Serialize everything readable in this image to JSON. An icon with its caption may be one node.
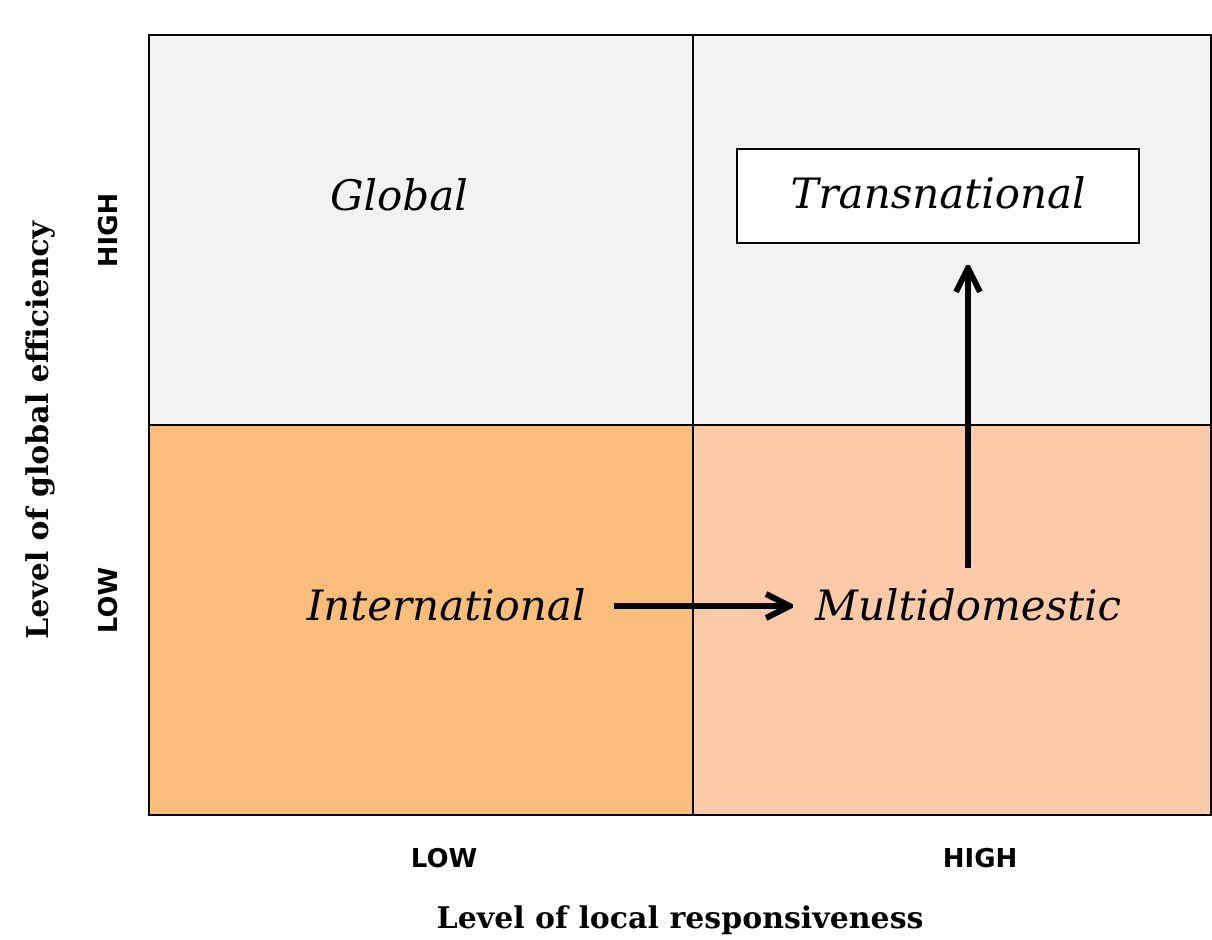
{
  "diagram": {
    "nodes": [
      {
        "text": [
          "Global"
        ]
      },
      {
        "text": [],
        "shape": "box"
      },
      {
        "text": [
          "Transnational"
        ],
        "in": 1
      },
      {
        "text": [],
        "shape": "box"
      },
      {
        "text": [
          "International"
        ],
        "in": 3
      },
      {
        "text": [],
        "shape": "box"
      },
      {
        "text": [
          "Multidomestic"
        ],
        "in": 5
      }
    ],
    "edges": [
      {
        "from": 4,
        "to": 6,
        "arrow": "to"
      },
      {
        "from": 6,
        "to": 2,
        "arrow": "to"
      }
    ],
    "labels": [
      "HIGH",
      "LOW",
      "LOW",
      "HIGH",
      "Level of global efficiency",
      "Level of local responsiveness"
    ]
  }
}
